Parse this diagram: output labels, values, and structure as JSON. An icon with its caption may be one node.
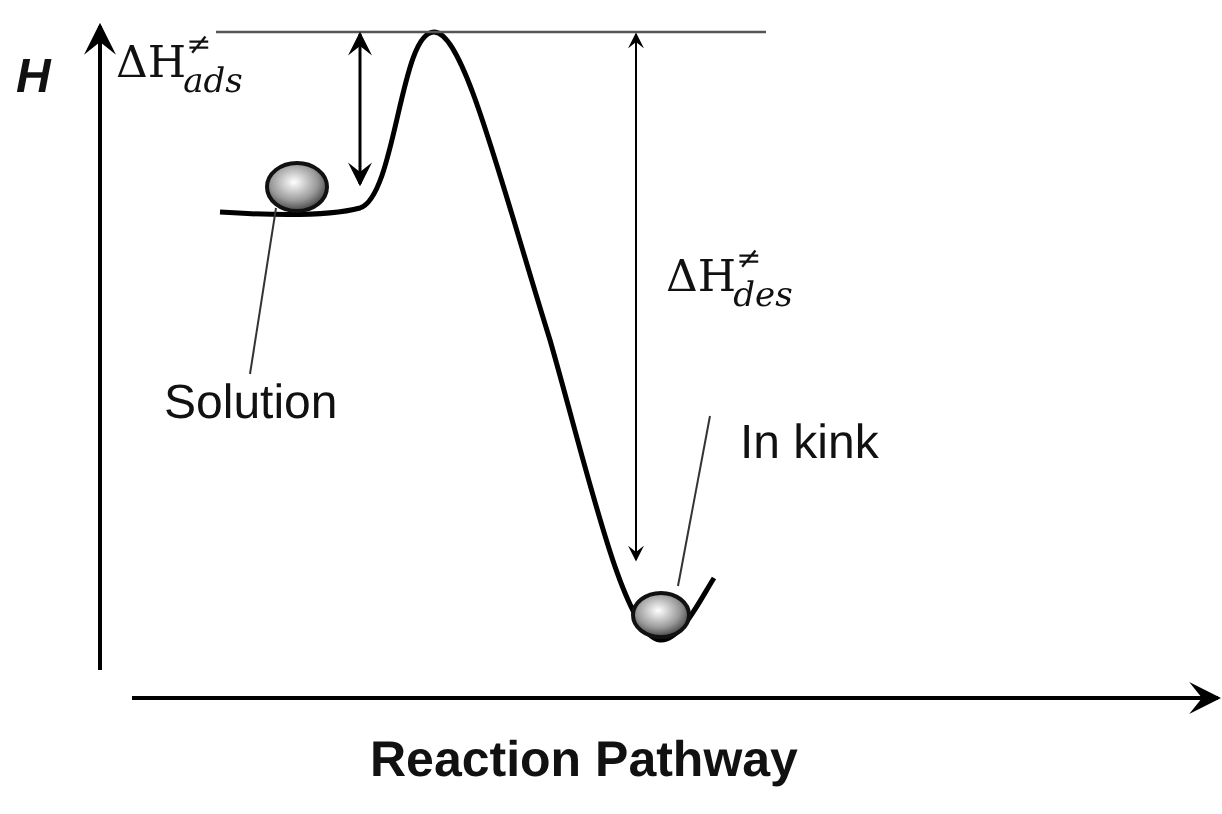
{
  "diagram": {
    "nodes": [
      {
        "text": [],
        "shape": "circle"
      },
      {
        "text": [
          "Solution"
        ]
      },
      {
        "text": [
          "In kink"
        ]
      },
      {
        "text": [],
        "shape": "circle"
      }
    ],
    "edges": [
      {
        "from": 1,
        "to": 0,
        "arrow": "none"
      },
      {
        "from": 2,
        "to": 3,
        "arrow": "none"
      }
    ],
    "labels": [
      "H",
      "ΔH$^{≠}$$_{ads}$",
      "ΔH$^{≠}$$_{des}$",
      "Reaction Pathway"
    ]
  }
}
